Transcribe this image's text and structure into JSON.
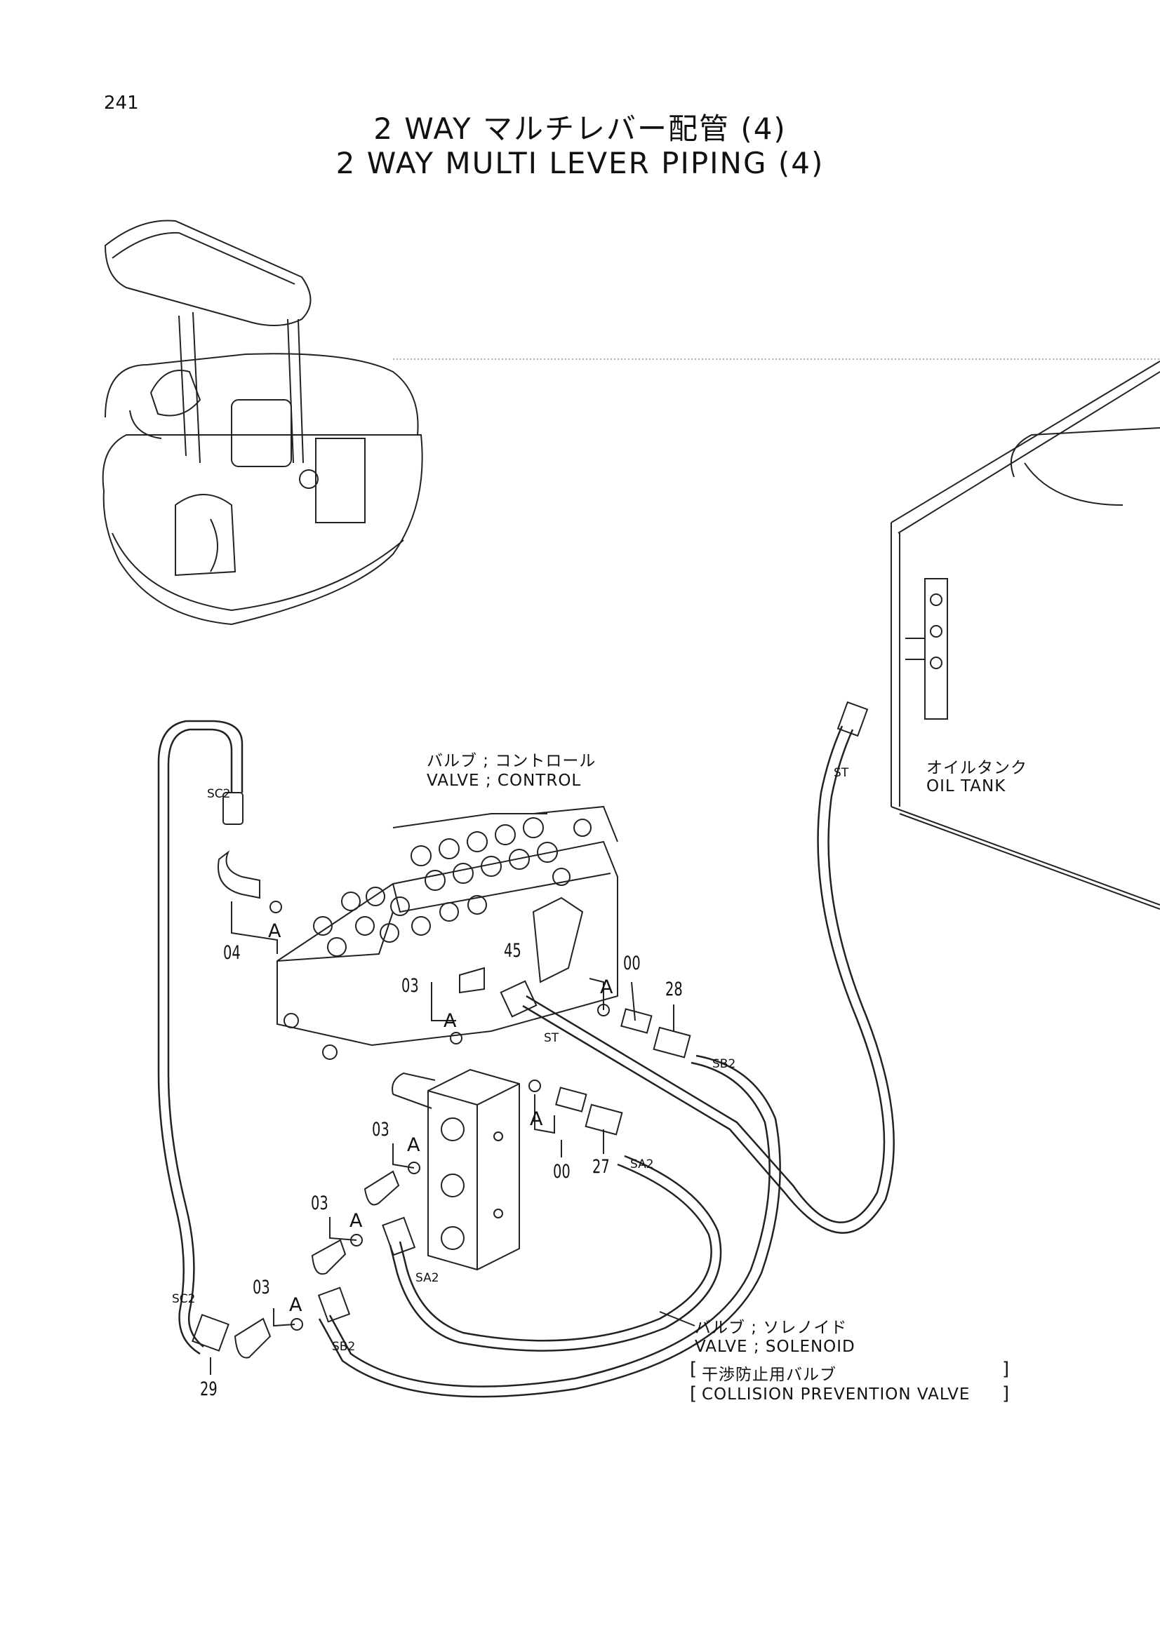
{
  "page_number": "241",
  "title": {
    "japanese": "2 WAY マルチレバー配管 (4)",
    "english": "2 WAY MULTI LEVER PIPING (4)"
  },
  "labels": {
    "control_valve_jp": "バルブ ; コントロール",
    "control_valve_en": "VALVE ; CONTROL",
    "oil_tank_jp": "オイルタンク",
    "oil_tank_en": "OIL TANK",
    "solenoid_valve_jp": "バルブ ; ソレノイド",
    "solenoid_valve_en": "VALVE ; SOLENOID",
    "collision_jp": "干渉防止用バルブ",
    "collision_en": "COLLISION PREVENTION VALVE"
  },
  "part_numbers": {
    "p04": "04",
    "p45": "45",
    "p00_top": "00",
    "p28": "28",
    "p03_a": "03",
    "p03_b": "03",
    "p03_c": "03",
    "p03_d": "03",
    "p00_mid": "00",
    "p27": "27",
    "p29": "29"
  },
  "hose_tags": {
    "sc2_top": "SC2",
    "sc2_bottom": "SC2",
    "st_tank": "ST",
    "st_valve": "ST",
    "sb2_top": "SB2",
    "sb2_bottom": "SB2",
    "sa2_mid": "SA2",
    "sa2_bottom": "SA2"
  },
  "detail_markers": {
    "a1": "A",
    "a2": "A",
    "a3": "A",
    "a4": "A",
    "a5": "A",
    "a6": "A",
    "a7": "A"
  }
}
